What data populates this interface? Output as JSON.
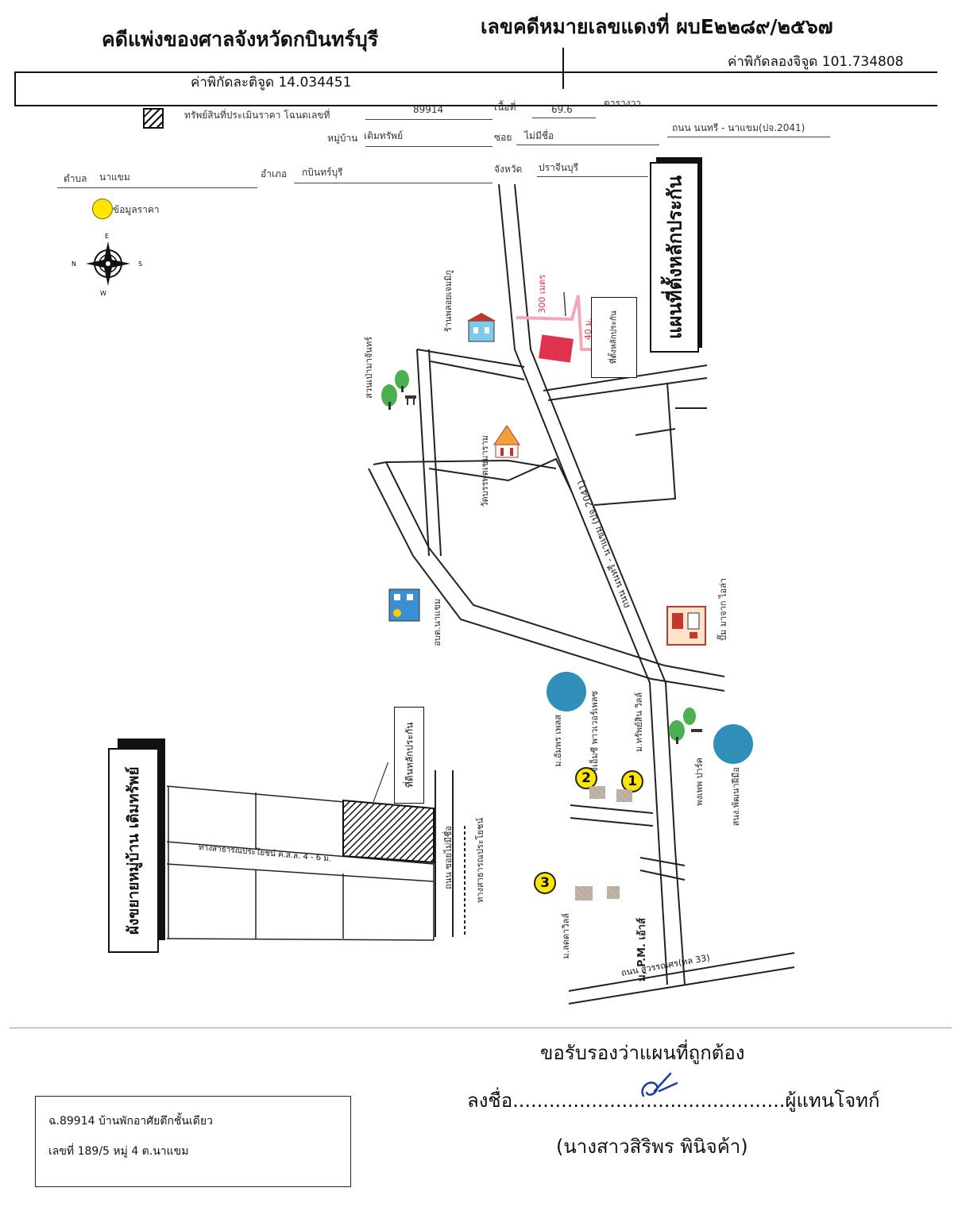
{
  "header": {
    "court": "คดีแพ่งของศาลจังหวัดกบินทร์บุรี",
    "case_label": "เลขคดีหมายเลขแดงที่ ผบE๒๒๘๙/๒๕๖๗",
    "latitude": "ค่าพิกัดละติจูด 14.034451",
    "longitude": "ค่าพิกัดลองจิจูด 101.734808"
  },
  "form": {
    "asset_label": "ทรัพย์สินที่ประเมินราคา โฉนดเลขที่",
    "deed_no": "89914",
    "area_label": "เนื้อที่",
    "area_value": "69.6",
    "area_unit": "ตารางวา",
    "village_label": "หมู่บ้าน",
    "village_value": "เติมทรัพย์",
    "soi_label": "ซอย",
    "soi_value": "ไม่มีชื่อ",
    "road_value": "ถนน นนทรี - นาแขม(ปจ.2041)",
    "subdistrict_label": "ตำบล",
    "subdistrict_value": "นาแขม",
    "district_label": "อำเภอ",
    "district_value": "กบินทร์บุรี",
    "province_label": "จังหวัด",
    "province_value": "ปราจีนบุรี",
    "price_info_label": "ข้อมูลราคา"
  },
  "compass": {
    "n": "N",
    "e": "E",
    "s": "S",
    "w": "W"
  },
  "map": {
    "title": "แผนที่ตั้งหลักประกัน",
    "village_plan_title": "ผังขยายหมู่บ้าน เติมทรัพย์",
    "collateral_label": "ที่ตั้งหลักประกัน",
    "collateral_plot_label": "ที่ดินหลักประกัน",
    "public_path": "ทางสาธารณประโยชน์ ค.ส.ล. 4 - 6 ม.",
    "soi_road": "ถนน ซอยไม่มีชื่อ",
    "public_path_2": "ทางสาธารณประโยชน์",
    "main_road": "ถนน นนทรี - นาแขม (ปจ.2041)",
    "suwannasorn_road": "ถนน สุวรรณศร(ทล 33)",
    "places": {
      "village_shop": "ร้านพลอยเจมมิกู",
      "park": "สวนเป่ามาจันทร์",
      "temple": "วัดบรรพตเขมาราม",
      "sao": "อบต.นาแขม",
      "store": "ปั๊ม มาจาก ไอล่า",
      "m1": "ม.ทรัพย์สิน วิลล์",
      "m2": "ม.อัมพร เพลส",
      "m3": "ม.ลดดาวิลล์",
      "pm": "ม. P.M. เอ้าส์",
      "apartment": "จีเอ็มซี พาวเวอร์เพลซ",
      "park2": "พงเพพ ปาร์ค",
      "school": "สนง.พัฒนาฝีมือ"
    },
    "badges": [
      "1",
      "2",
      "3"
    ],
    "scale_1": "300 เมตร",
    "scale_2": "40 ม."
  },
  "bottom": {
    "deed_line": "ฉ.89914 บ้านพักอาศัยตึกชั้นเดียว",
    "address_line": "เลขที่ 189/5 หมู่ 4 ต.นาแขม",
    "certify": "ขอรับรองว่าแผนที่ถูกต้อง",
    "sign_line": "ลงชื่อ.............................................ผู้แทนโจทก์",
    "signer": "(นางสาวสิริพร พินิจค้า)"
  },
  "colors": {
    "highlight": "#ffe600",
    "red": "#e0314d",
    "pink": "#f2a9b6",
    "ink": "#111111"
  }
}
